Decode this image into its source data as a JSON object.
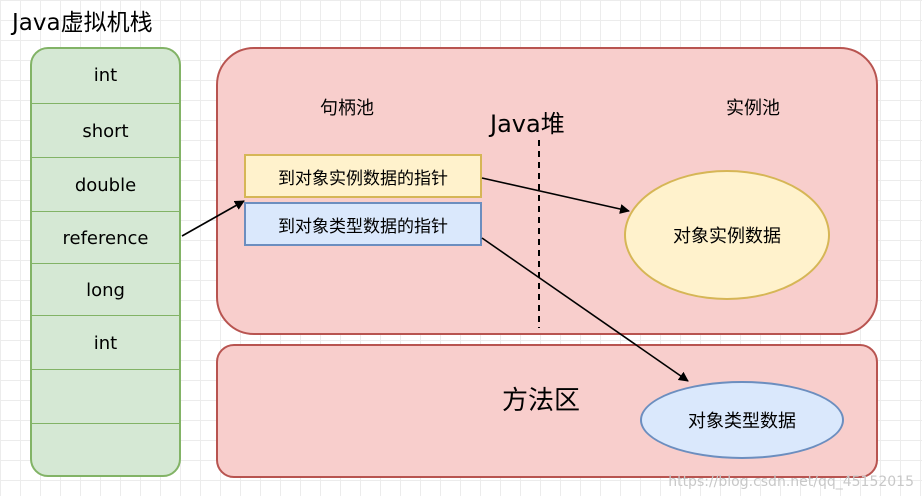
{
  "stack": {
    "title": "Java虚拟机栈",
    "slots": [
      "int",
      "short",
      "double",
      "reference",
      "long",
      "int",
      "",
      ""
    ]
  },
  "heap": {
    "title": "Java堆",
    "handle_pool_label": "句柄池",
    "instance_pool_label": "实例池",
    "pointer_instance": "到对象实例数据的指针",
    "pointer_type": "到对象类型数据的指针",
    "instance_data": "对象实例数据"
  },
  "method_area": {
    "title": "方法区",
    "type_data": "对象类型数据"
  },
  "watermark": "https://blog.csdn.net/qq_45152015",
  "colors": {
    "stack_fill": "#d5e8d4",
    "stack_border": "#82b366",
    "heap_fill": "#f8cecc",
    "heap_border": "#b85450",
    "instance_fill": "#fff2cc",
    "type_fill": "#dae8fc"
  }
}
